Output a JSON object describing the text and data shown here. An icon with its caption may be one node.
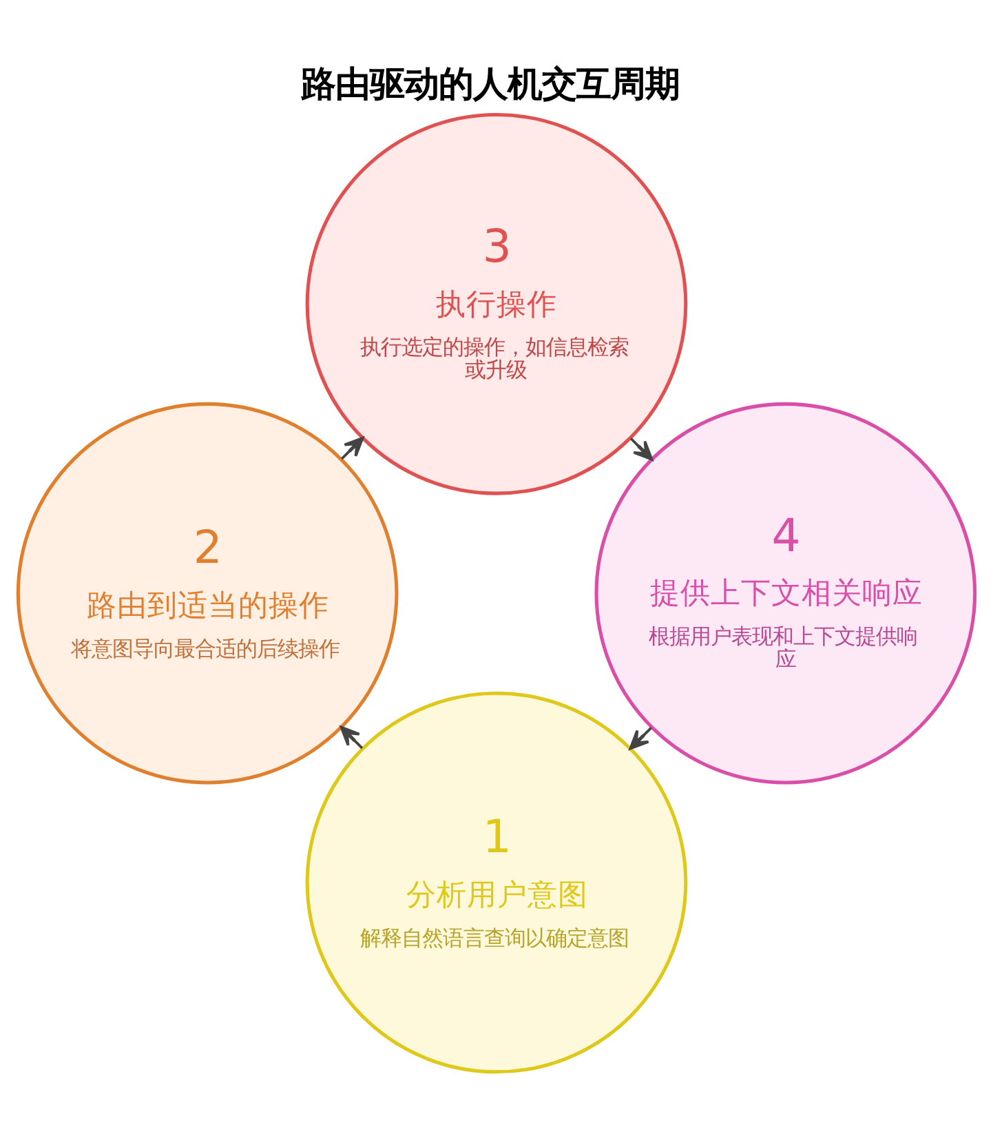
{
  "diagram": {
    "title": "路由驱动的人机交互周期",
    "nodes": [
      {
        "text": [
          "1",
          "分析用户意图",
          "解释自然语言查询以确定意图"
        ]
      },
      {
        "text": [
          "2",
          "路由到适当的操作",
          "将意图导向最合适的后续操作"
        ]
      },
      {
        "text": [
          "3",
          "执行操作",
          "执行选定的操作，如信息检索或升级"
        ]
      },
      {
        "text": [
          "4",
          "提供上下文相关响应",
          "根据用户表现和上下文提供响应"
        ]
      }
    ],
    "edges": [
      {
        "from": 0,
        "to": 1,
        "arrow": "to"
      },
      {
        "from": 1,
        "to": 2,
        "arrow": "to"
      },
      {
        "from": 2,
        "to": 3,
        "arrow": "to"
      },
      {
        "from": 3,
        "to": 0,
        "arrow": "to"
      }
    ]
  }
}
